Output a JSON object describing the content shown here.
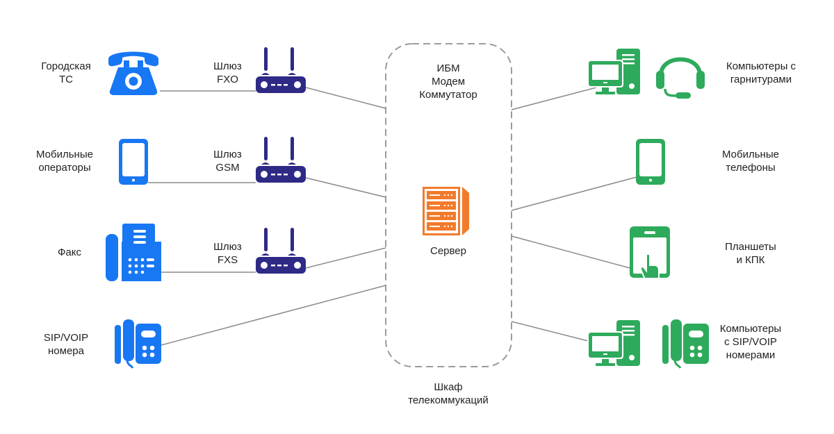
{
  "colors": {
    "blue": "#1877F2",
    "navy": "#2E2A85",
    "green": "#2EAA5C",
    "orange": "#F37A2B",
    "line": "#8A8A8A",
    "dash": "#9A9A9A"
  },
  "left_sources": [
    {
      "id": "city-pbx",
      "label": [
        "Городская",
        "ТС"
      ],
      "icon": "rotary-phone-icon"
    },
    {
      "id": "mobile-operators",
      "label": [
        "Мобильные",
        "операторы"
      ],
      "icon": "smartphone-icon"
    },
    {
      "id": "fax",
      "label": [
        "Факс"
      ],
      "icon": "fax-icon"
    },
    {
      "id": "sip-voip",
      "label": [
        "SIP/VOIP",
        "номера"
      ],
      "icon": "ip-phone-icon"
    }
  ],
  "gateways": [
    {
      "id": "gateway-fxo",
      "label": [
        "Шлюз",
        "FXO"
      ],
      "icon": "router-icon"
    },
    {
      "id": "gateway-gsm",
      "label": [
        "Шлюз",
        "GSM"
      ],
      "icon": "router-icon"
    },
    {
      "id": "gateway-fxs",
      "label": [
        "Шлюз",
        "FXS"
      ],
      "icon": "router-icon"
    }
  ],
  "cabinet": {
    "top_labels": [
      "ИБМ",
      "Модем",
      "Коммутатор"
    ],
    "server_label": "Сервер",
    "caption": [
      "Шкаф",
      "телекоммукаций"
    ]
  },
  "right_targets": [
    {
      "id": "pc-headset",
      "label": [
        "Компьютеры с",
        "гарнитурами"
      ],
      "icons": [
        "computer-icon",
        "headset-icon"
      ]
    },
    {
      "id": "mobile-phones",
      "label": [
        "Мобильные",
        "телефоны"
      ],
      "icons": [
        "smartphone-icon"
      ]
    },
    {
      "id": "tablets",
      "label": [
        "Планшеты",
        "и КПК"
      ],
      "icons": [
        "tablet-icon"
      ]
    },
    {
      "id": "pc-sip",
      "label": [
        "Компьютеры",
        "с SIP/VOIP",
        "номерами"
      ],
      "icons": [
        "computer-icon",
        "ip-phone-icon"
      ]
    }
  ]
}
